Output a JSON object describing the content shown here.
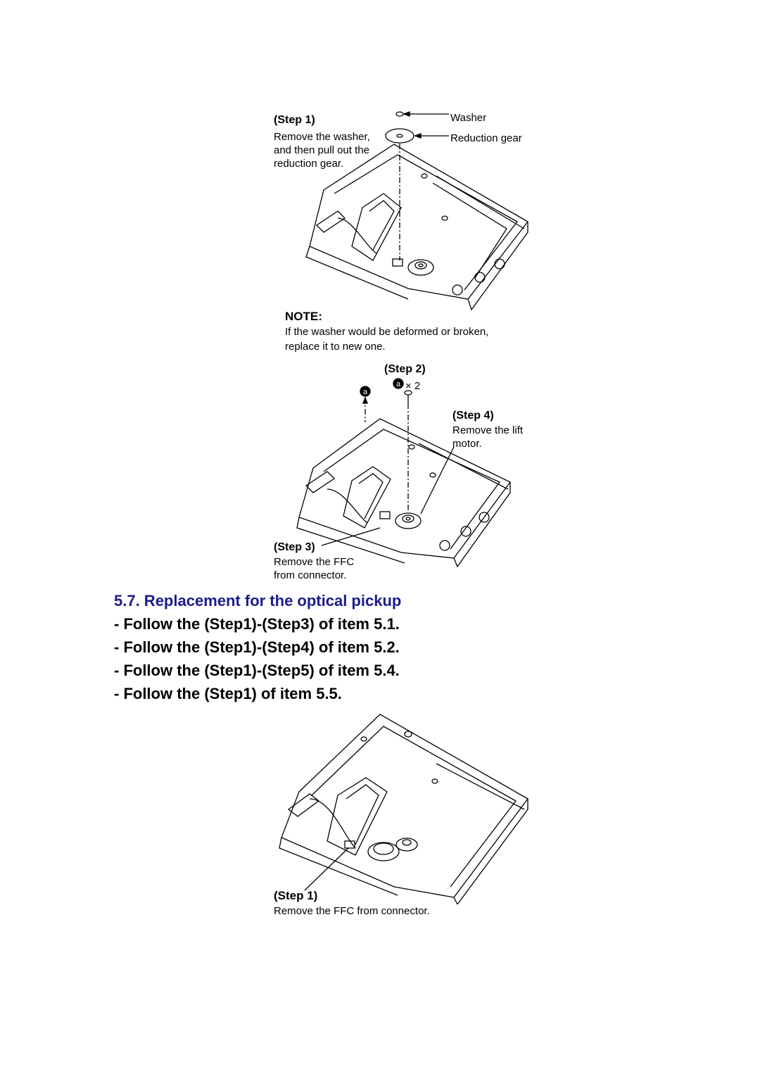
{
  "figure1": {
    "step_label": "(Step 1)",
    "step_text": [
      "Remove the washer,",
      "and then pull out the",
      "reduction gear."
    ],
    "callout_washer": "Washer",
    "callout_gear": "Reduction gear"
  },
  "note": {
    "heading": "NOTE:",
    "lines": [
      "If the washer would be deformed or broken,",
      "replace it to new one."
    ]
  },
  "figure2": {
    "step2_label": "(Step 2)",
    "screw_marker": "a",
    "screw_count": "× 2",
    "step4_label": "(Step 4)",
    "step4_text": [
      "Remove the lift",
      "motor."
    ],
    "step3_label": "(Step 3)",
    "step3_text": [
      "Remove the FFC",
      "from connector."
    ]
  },
  "section": {
    "heading": "5.7. Replacement for the optical pickup",
    "steps": [
      "- Follow the (Step1)-(Step3) of item 5.1.",
      "- Follow the (Step1)-(Step4) of item 5.2.",
      "- Follow the (Step1)-(Step5) of item 5.4.",
      "- Follow the (Step1) of item 5.5."
    ]
  },
  "figure3": {
    "step_label": "(Step 1)",
    "step_text": "Remove the FFC from connector."
  }
}
